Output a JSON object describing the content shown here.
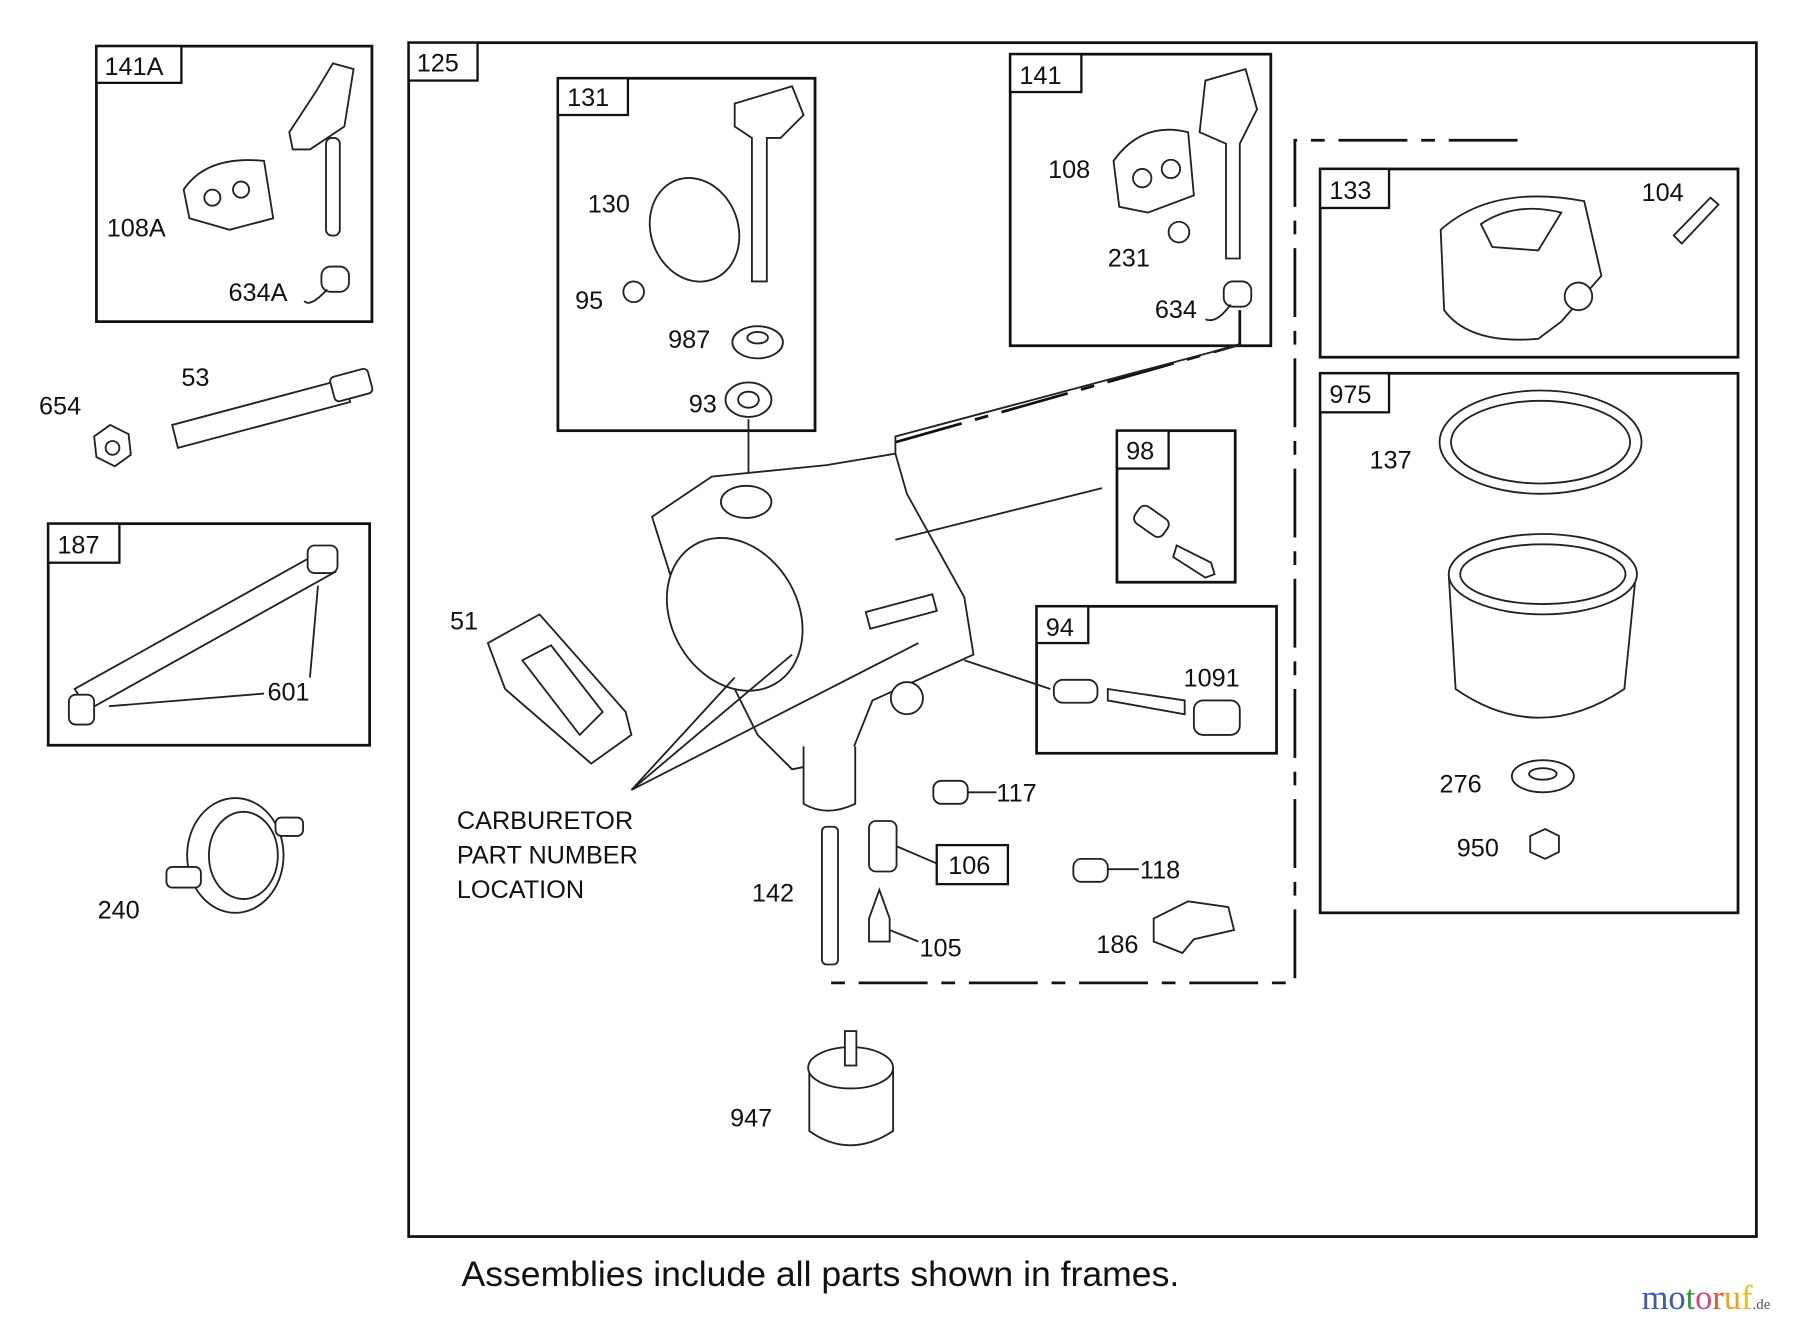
{
  "frames": {
    "f141A": "141A",
    "f125": "125",
    "f131": "131",
    "f141": "141",
    "f133": "133",
    "f975": "975",
    "f98": "98",
    "f94": "94",
    "f187": "187",
    "f106": "106"
  },
  "callouts": {
    "c108A": "108A",
    "c634A": "634A",
    "c654": "654",
    "c53": "53",
    "c601": "601",
    "c240": "240",
    "c130": "130",
    "c95": "95",
    "c987": "987",
    "c93": "93",
    "c108": "108",
    "c231": "231",
    "c634": "634",
    "c104": "104",
    "c137": "137",
    "c276": "276",
    "c950": "950",
    "c1091": "1091",
    "c51": "51",
    "c117": "117",
    "c118": "118",
    "c142": "142",
    "c105": "105",
    "c186": "186",
    "c947": "947"
  },
  "carb_note": [
    "CARBURETOR",
    "PART NUMBER",
    "LOCATION"
  ],
  "footer": "Assemblies include all parts shown in frames.",
  "watermark": {
    "text": "motoruf",
    "suffix": ".de",
    "colors": [
      "#3b5bb5",
      "#2e9a3e",
      "#e0457b",
      "#e8542a",
      "#f0a020",
      "#e8c020"
    ]
  }
}
